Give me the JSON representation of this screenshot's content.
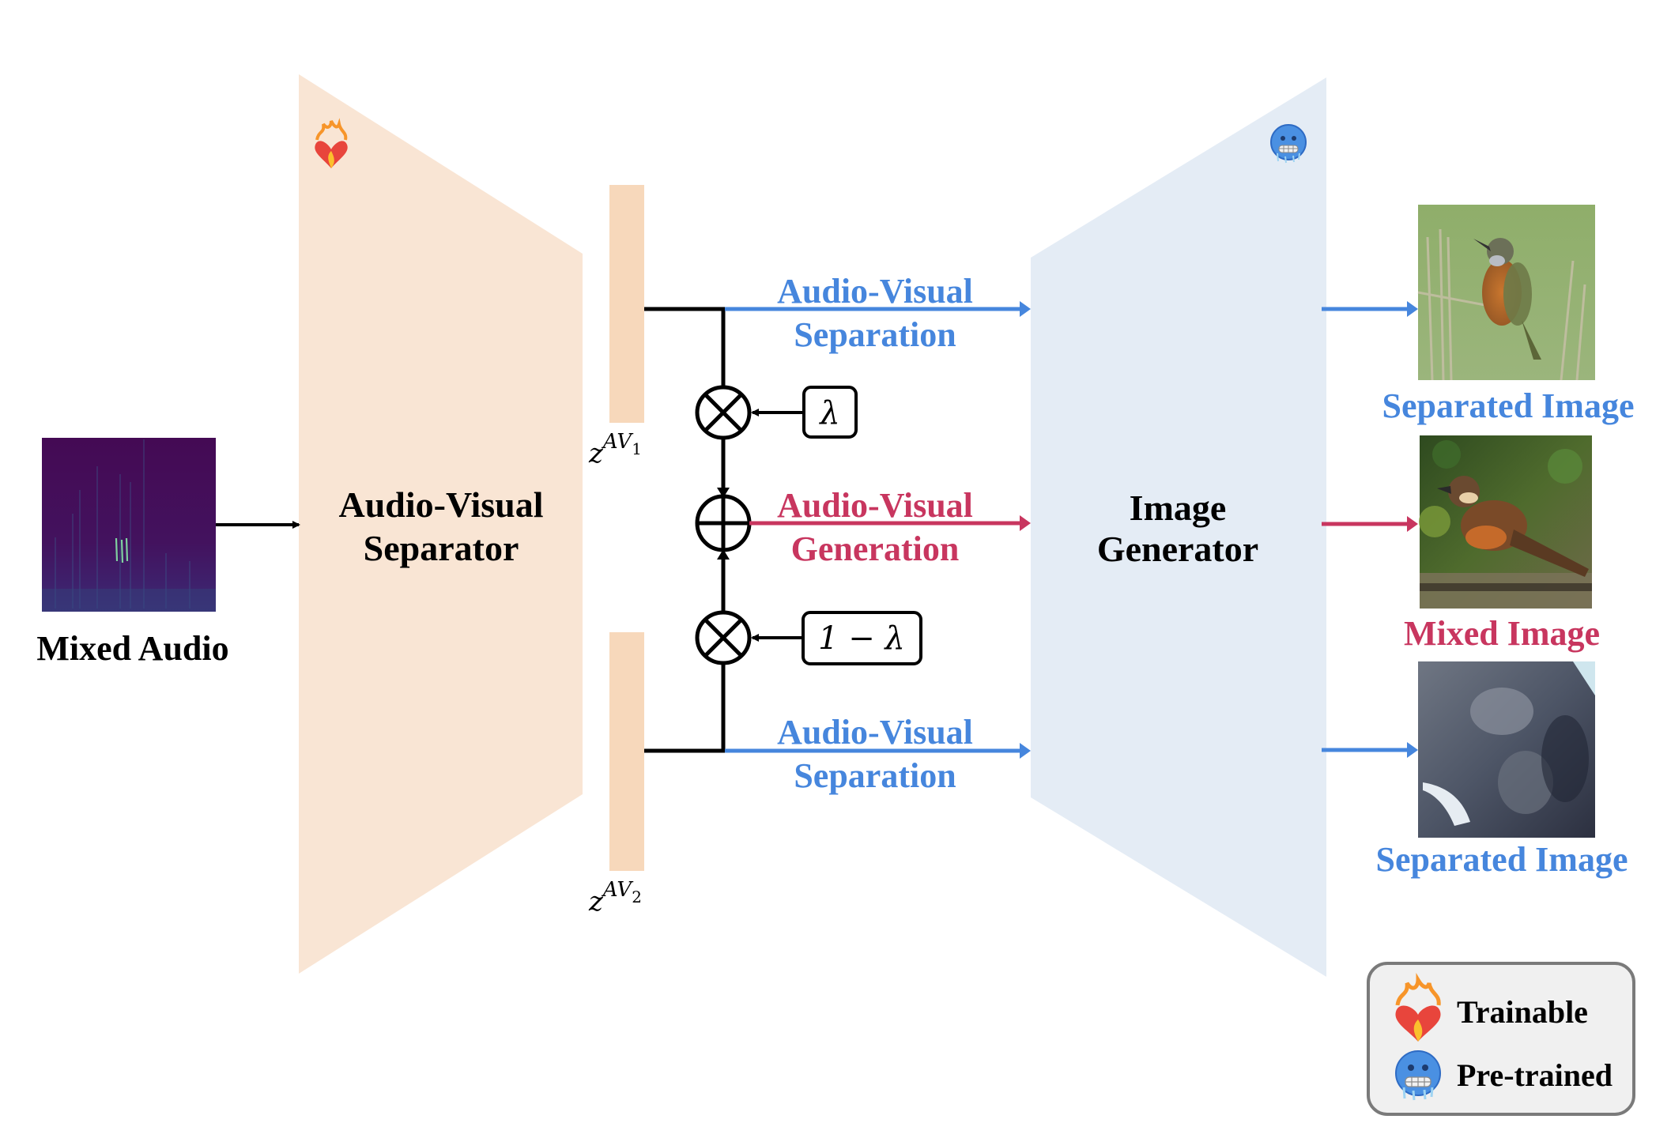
{
  "figure": {
    "input": {
      "label": "Mixed Audio",
      "image": "spectrogram"
    },
    "encoder": {
      "label_line1": "Audio-Visual",
      "label_line2": "Separator",
      "status_icon": "fire-heart-icon",
      "status": "Trainable"
    },
    "latents": [
      {
        "symbol": "z",
        "superscript": "AV",
        "subscript": "1"
      },
      {
        "symbol": "z",
        "superscript": "AV",
        "subscript": "2"
      }
    ],
    "operators": {
      "weight_top": "λ",
      "weight_bottom": "1 − λ",
      "multiply_icon": "circled-times-icon",
      "add_icon": "circled-plus-icon"
    },
    "paths": [
      {
        "line1": "Audio-Visual",
        "line2": "Separation",
        "color": "#4686dd"
      },
      {
        "line1": "Audio-Visual",
        "line2": "Generation",
        "color": "#c8365f"
      },
      {
        "line1": "Audio-Visual",
        "line2": "Separation",
        "color": "#4686dd"
      }
    ],
    "decoder": {
      "label_line1": "Image",
      "label_line2": "Generator",
      "status_icon": "cold-face-icon",
      "status": "Pre-trained"
    },
    "outputs": [
      {
        "label": "Separated Image",
        "color": "#4686dd",
        "content": "bird on twig, green background"
      },
      {
        "label": "Mixed Image",
        "color": "#c8365f",
        "content": "brown bird in foliage"
      },
      {
        "label": "Separated Image",
        "color": "#4686dd",
        "content": "rocks and water"
      }
    ],
    "legend": {
      "items": [
        {
          "icon": "fire-heart-icon",
          "label": "Trainable"
        },
        {
          "icon": "cold-face-icon",
          "label": "Pre-trained"
        }
      ]
    },
    "colors": {
      "encoder_fill": "#f9e5d4",
      "latent_fill": "#f7d8bb",
      "decoder_fill": "#e4ecf5",
      "separation": "#4686dd",
      "generation": "#c8365f",
      "legend_fill": "#f0f0f0",
      "legend_border": "#7a7a7a"
    }
  }
}
